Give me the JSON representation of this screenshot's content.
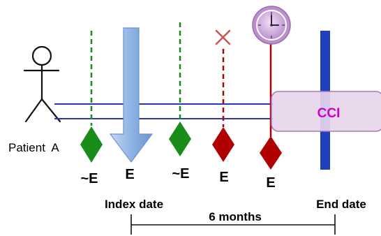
{
  "patient": {
    "label": "Patient  A"
  },
  "events": [
    {
      "label": "~E",
      "kind": "approximate"
    },
    {
      "label": "E",
      "kind": "index"
    },
    {
      "label": "~E",
      "kind": "approximate"
    },
    {
      "label": "E",
      "kind": "excluded"
    },
    {
      "label": "E",
      "kind": "timed"
    }
  ],
  "box": {
    "label": "CCI"
  },
  "timeline": {
    "start_label": "Index date",
    "end_label": "End date",
    "span_label": "6 months"
  },
  "colors": {
    "approx_event": "#1a8c1a",
    "excluded_event": "#b00000",
    "index_arrow": "#8fb3e3",
    "timeline_lines": "#2a36b3",
    "end_bar": "#1f3fbf",
    "cci_fill": "#e8d5ec",
    "cci_text": "#cc00cc",
    "clock_face": "#c9a4d6"
  },
  "icons": {
    "patient": "stick-figure-icon",
    "excluded_marker": "x-mark-icon",
    "timer": "clock-icon"
  }
}
